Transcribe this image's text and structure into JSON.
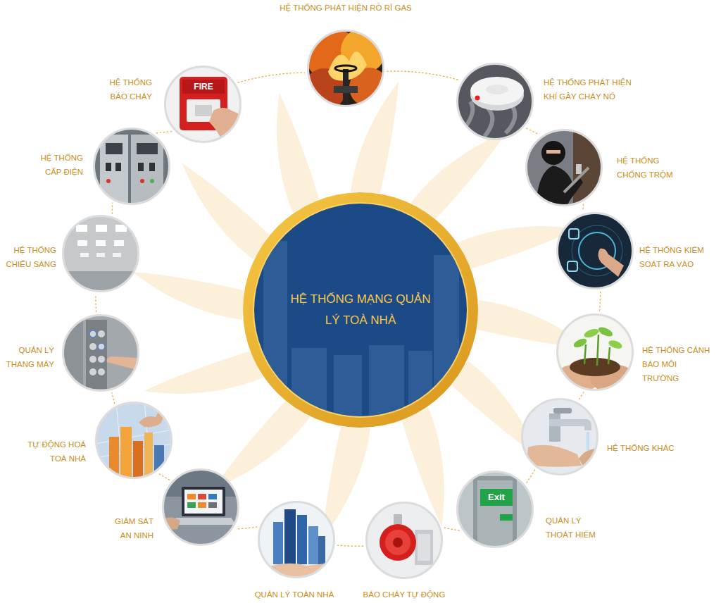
{
  "diagram": {
    "nodes": [
      {
        "text": [
          "HỆ THỐNG MẠNG QUẢN LÝ TOÀ NHÀ"
        ]
      },
      {
        "text": [
          "HỆ THỐNG PHÁT HIỆN RÒ RỈ GAS"
        ]
      },
      {
        "text": [
          "HỆ THỐNG PHÁT HIỆN KHÍ GÂY CHÁY NỔ"
        ]
      },
      {
        "text": [
          "HỆ THỐNG CHỐNG TRỘM"
        ]
      },
      {
        "text": [
          "HỆ THỐNG KIỂM SOÁT RA VÀO"
        ]
      },
      {
        "text": [
          "HỆ THỐNG CẢNH BÁO MÔI TRƯỜNG"
        ]
      },
      {
        "text": [
          "HỆ THỐNG KHÁC"
        ]
      },
      {
        "text": [
          "QUẢN LÝ THOÁT HIỂM"
        ]
      },
      {
        "text": [
          "BÁO CHÁY TỰ ĐỘNG"
        ]
      },
      {
        "text": [
          "QUẢN LÝ TOÀN NHÀ"
        ]
      },
      {
        "text": [
          "GIÁM SÁT AN NINH"
        ]
      },
      {
        "text": [
          "TỰ ĐỘNG HOÁ TOÀ NHÀ"
        ]
      },
      {
        "text": [
          "QUẢN LÝ THANG MÁY"
        ]
      },
      {
        "text": [
          "HỆ THỐNG CHIẾU SÁNG"
        ]
      },
      {
        "text": [
          "HỆ THỐNG CẤP ĐIỆN"
        ]
      },
      {
        "text": [
          "HỆ THỐNG BÁO CHÁY"
        ]
      }
    ],
    "edges": [
      {
        "from": 1,
        "to": 2,
        "arrow": "none"
      },
      {
        "from": 2,
        "to": 3,
        "arrow": "none"
      },
      {
        "from": 3,
        "to": 4,
        "arrow": "none"
      },
      {
        "from": 4,
        "to": 5,
        "arrow": "none"
      },
      {
        "from": 5,
        "to": 6,
        "arrow": "none"
      },
      {
        "from": 6,
        "to": 7,
        "arrow": "none"
      },
      {
        "from": 7,
        "to": 8,
        "arrow": "none"
      },
      {
        "from": 8,
        "to": 9,
        "arrow": "none"
      },
      {
        "from": 9,
        "to": 10,
        "arrow": "none"
      },
      {
        "from": 10,
        "to": 11,
        "arrow": "none"
      },
      {
        "from": 11,
        "to": 12,
        "arrow": "none"
      },
      {
        "from": 12,
        "to": 13,
        "arrow": "none"
      },
      {
        "from": 13,
        "to": 14,
        "arrow": "none"
      },
      {
        "from": 14,
        "to": 15,
        "arrow": "none"
      },
      {
        "from": 15,
        "to": 1,
        "arrow": "none"
      }
    ],
    "labels": [
      "FIRE",
      "Exit"
    ]
  }
}
